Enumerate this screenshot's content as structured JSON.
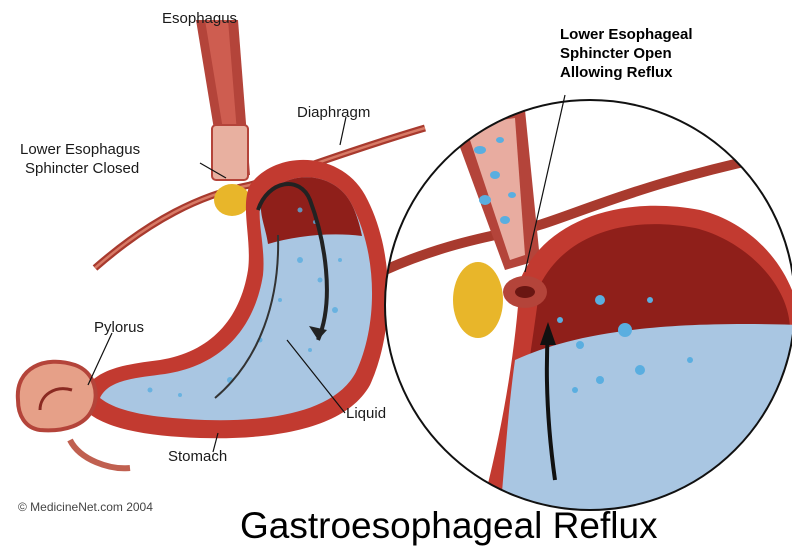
{
  "labels": {
    "esophagus": "Esophagus",
    "diaphragm": "Diaphragm",
    "les_closed_line1": "Lower Esophagus",
    "les_closed_line2": "Sphincter Closed",
    "pylorus": "Pylorus",
    "liquid": "Liquid",
    "stomach": "Stomach",
    "les_open_line1": "Lower Esophageal",
    "les_open_line2": "Sphincter Open",
    "les_open_line3": "Allowing Reflux"
  },
  "copyright": "© MedicineNet.com  2004",
  "title": "Gastroesophageal Reflux",
  "colors": {
    "muscle": "#b0302a",
    "muscle_light": "#d9685a",
    "stomach_wall": "#c23a30",
    "liquid": "#a9c6e2",
    "liquid_dark": "#7fa8d0",
    "fat": "#e8b62a",
    "bubble": "#5aaee0"
  }
}
